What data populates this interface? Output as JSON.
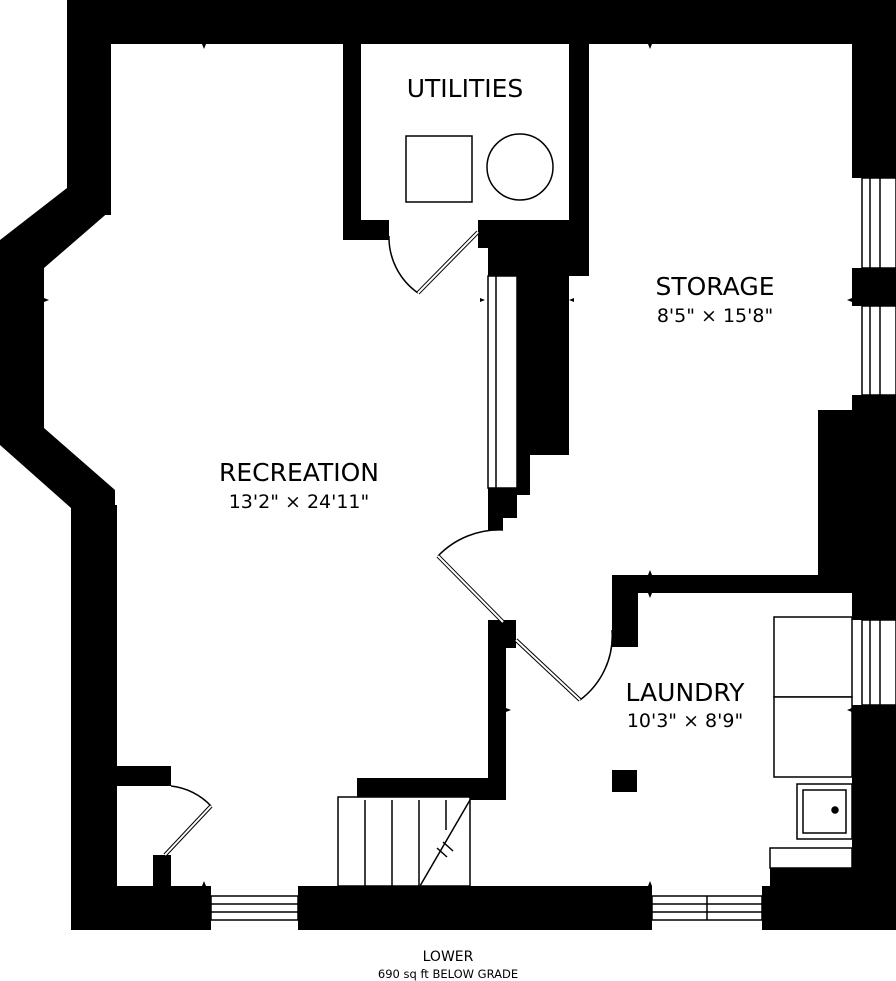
{
  "rooms": {
    "utilities": {
      "name": "UTILITIES"
    },
    "storage": {
      "name": "STORAGE",
      "dimensions": "8'5\" × 15'8\""
    },
    "recreation": {
      "name": "RECREATION",
      "dimensions": "13'2\" × 24'11\""
    },
    "laundry": {
      "name": "LAUNDRY",
      "dimensions": "10'3\" × 8'9\""
    }
  },
  "footer": {
    "level": "LOWER",
    "area": "690 sq ft BELOW GRADE"
  },
  "colors": {
    "wall": "#000000",
    "background": "#ffffff"
  }
}
